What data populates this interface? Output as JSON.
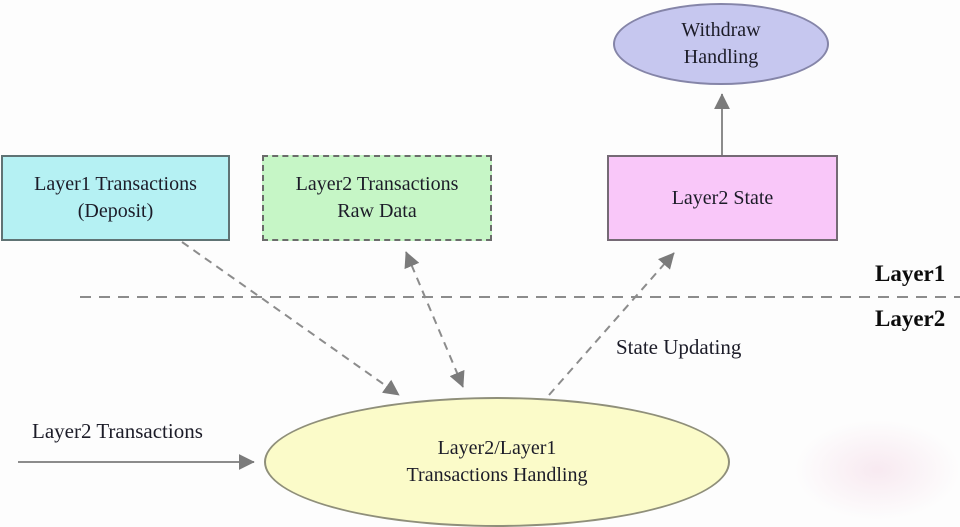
{
  "diagram": {
    "nodes": {
      "withdraw_handling": {
        "shape": "ellipse",
        "lines": [
          "Withdraw",
          "Handling"
        ],
        "fill": "#c6c7ef"
      },
      "layer1_transactions": {
        "shape": "rectangle",
        "lines": [
          "Layer1 Transactions",
          "(Deposit)"
        ],
        "fill": "#b5f1f3"
      },
      "layer2_transactions_raw_data": {
        "shape": "dashed-rectangle",
        "lines": [
          "Layer2 Transactions",
          "Raw Data"
        ],
        "fill": "#c6f6c6"
      },
      "layer2_state": {
        "shape": "rectangle",
        "lines": [
          "Layer2 State"
        ],
        "fill": "#f9c7f9"
      },
      "transactions_handling": {
        "shape": "ellipse",
        "lines": [
          "Layer2/Layer1",
          "Transactions Handling"
        ],
        "fill": "#fbfbc9"
      }
    },
    "labels": {
      "layer1": "Layer1",
      "layer2": "Layer2",
      "state_updating": "State Updating",
      "layer2_transactions": "Layer2 Transactions"
    },
    "separator": {
      "style": "dashed",
      "above_label": "Layer1",
      "below_label": "Layer2"
    },
    "edges": [
      {
        "from": "layer1_transactions",
        "to": "transactions_handling",
        "style": "dashed",
        "arrow": "to"
      },
      {
        "from": "transactions_handling",
        "to": "layer2_transactions_raw_data",
        "style": "dashed",
        "arrow": "both"
      },
      {
        "from": "transactions_handling",
        "to": "layer2_state",
        "style": "dashed",
        "arrow": "to",
        "label": "State Updating"
      },
      {
        "from": "layer2_state",
        "to": "withdraw_handling",
        "style": "solid",
        "arrow": "to"
      },
      {
        "from": "external-input",
        "to": "transactions_handling",
        "style": "solid",
        "arrow": "to",
        "label": "Layer2 Transactions"
      }
    ],
    "colors": {
      "connector": "#8c8c8c",
      "arrowhead": "#7b7b7b",
      "text": "#1c1c28",
      "layer_label_text": "#0c0c0c"
    }
  }
}
